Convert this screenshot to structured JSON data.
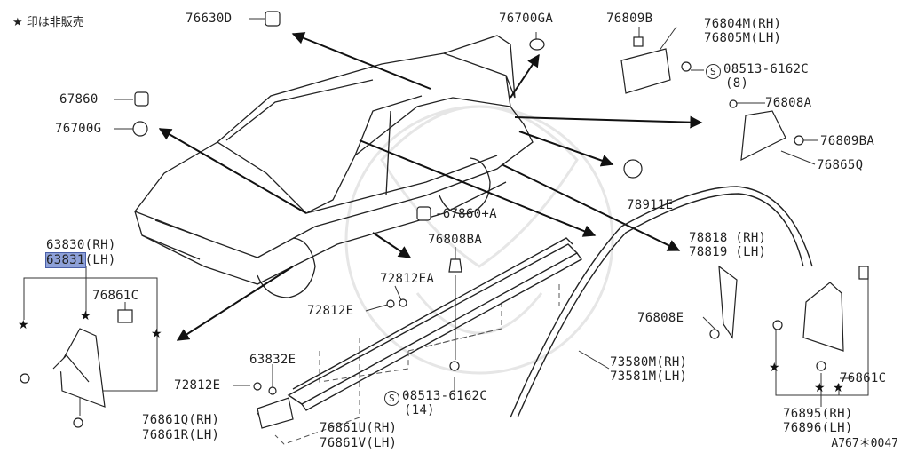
{
  "legend": {
    "star": "★",
    "text": "印は非販売"
  },
  "reference": "A767＊0047",
  "parts": {
    "p76630D": "76630D",
    "p76700GA": "76700GA",
    "p76809B": "76809B",
    "p76804M": "76804M(RH)",
    "p76805M": "76805M(LH)",
    "p08513a": "08513-6162C",
    "p08513a_qty": "(8)",
    "p67860": "67860",
    "p76700G": "76700G",
    "p76808A": "76808A",
    "p76809BA": "76809BA",
    "p76865Q": "76865Q",
    "p78911E": "78911E",
    "p67860A": "-67860+A",
    "p76808BA": "76808BA",
    "p63830": "63830(RH)",
    "p63831_code": "63831",
    "p63831_side": "(LH)",
    "p78818": "78818 (RH)",
    "p78819": "78819 (LH)",
    "p76861C_left": "76861C",
    "p72812EA": "72812EA",
    "p72812E_mid": "72812E",
    "p76808E": "76808E",
    "p63832E": "63832E",
    "p73580M": "73580M(RH)",
    "p73581M": "73581M(LH)",
    "p76861C_right": "76861C",
    "p72812E_low": "72812E",
    "p08513b": "08513-6162C",
    "p08513b_qty": "(14)",
    "p76861Q": "76861Q(RH)",
    "p76861R": "76861R(LH)",
    "p76861U": "76861U(RH)",
    "p76861V": "76861V(LH)",
    "p76895": "76895(RH)",
    "p76896": "76896(LH)"
  },
  "std_symbol": "S"
}
